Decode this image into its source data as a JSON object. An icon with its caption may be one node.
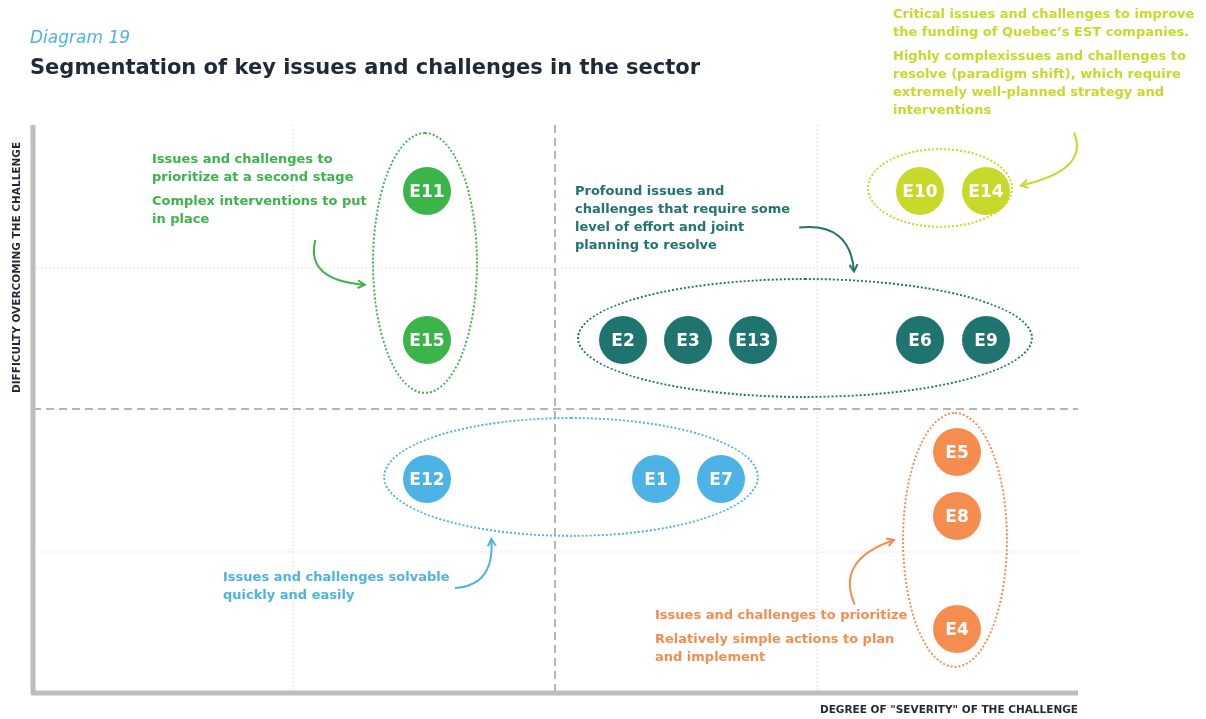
{
  "diagram": {
    "title": "Segmentation of key issues and challenges in the sector",
    "nodes": [
      {
        "text": [
          "Critical issues and challenges to improve the funding of Quebec’s EST companies.",
          "Highly complexissues and challenges to resolve (paradigm shift), which require extremely well-planned strategy and interventions"
        ]
      },
      {
        "text": [
          "Issues and challenges to prioritize at a second stage",
          "Complex interventions to put in place"
        ]
      },
      {
        "text": [],
        "shape": "ellipse"
      },
      {
        "text": [
          "E11"
        ],
        "in": 2
      },
      {
        "text": [
          "E15"
        ],
        "in": 2
      },
      {
        "text": [],
        "shape": "ellipse"
      },
      {
        "text": [
          "E10"
        ],
        "in": 5
      },
      {
        "text": [
          "E14"
        ],
        "in": 5
      },
      {
        "text": [
          "Profound issues and challenges that require some level of effort and joint planning to resolve"
        ]
      },
      {
        "text": [],
        "shape": "ellipse"
      },
      {
        "text": [
          "E2"
        ],
        "in": 9
      },
      {
        "text": [
          "E3"
        ],
        "in": 9
      },
      {
        "text": [
          "E13"
        ],
        "in": 9
      },
      {
        "text": [
          "E6"
        ],
        "in": 9
      },
      {
        "text": [
          "E9"
        ],
        "in": 9
      },
      {
        "text": [],
        "shape": "ellipse"
      },
      {
        "text": [
          "E12"
        ],
        "in": 15
      },
      {
        "text": [
          "E1"
        ],
        "in": 15
      },
      {
        "text": [
          "E7"
        ],
        "in": 15
      },
      {
        "text": [],
        "shape": "ellipse"
      },
      {
        "text": [
          "E5"
        ],
        "in": 19
      },
      {
        "text": [
          "E8"
        ],
        "in": 19
      },
      {
        "text": [
          "E4"
        ],
        "in": 19
      },
      {
        "text": [
          "Issues and challenges solvable quickly and easily"
        ]
      },
      {
        "text": [
          "Issues and challenges to prioritize",
          "Relatively simple actions to plan and implement"
        ]
      }
    ],
    "edges": [
      {
        "from": 0,
        "to": 5,
        "arrow": "to",
        "color": "#c8d92b"
      },
      {
        "from": 1,
        "to": 2,
        "arrow": "to",
        "color": "#3bb54a"
      },
      {
        "from": 8,
        "to": 9,
        "arrow": "to",
        "color": "#1f7470"
      },
      {
        "from": 23,
        "to": 15,
        "arrow": "to",
        "color": "#4db3e6"
      },
      {
        "from": 24,
        "to": 19,
        "arrow": "to",
        "color": "#f58d4f"
      }
    ],
    "labels": [
      "Diagram 19",
      "DIFFICULTY OVERCOMING THE CHALLENGE",
      "DEGREE OF \"SEVERITY\" OF THE CHALLENGE"
    ]
  }
}
